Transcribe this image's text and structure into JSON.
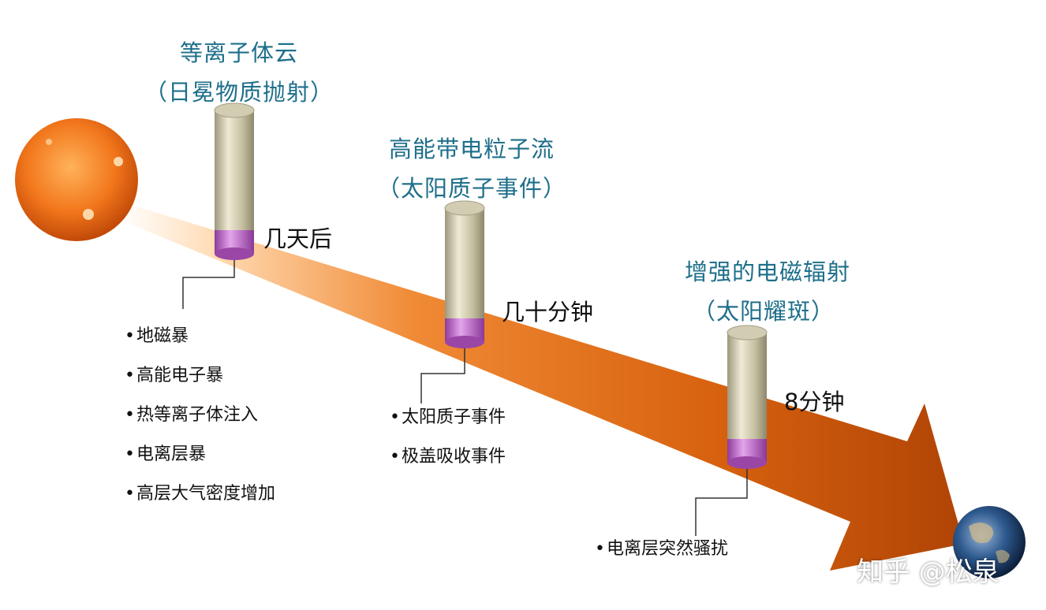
{
  "colors": {
    "caption": "#1e6f8a",
    "arrow_dark": "#c9500a",
    "arrow_light": "#ffffff",
    "cylinder_body": "#c8c2a4",
    "cylinder_band": "#b460c0"
  },
  "stages": [
    {
      "title": "等离子体云",
      "subtitle": "（日冕物质抛射）",
      "time": "几天后",
      "effects": [
        "地磁暴",
        "高能电子暴",
        "热等离子体注入",
        "电离层暴",
        "高层大气密度增加"
      ]
    },
    {
      "title": "高能带电粒子流",
      "subtitle": "（太阳质子事件）",
      "time": "几十分钟",
      "effects": [
        "太阳质子事件",
        "极盖吸收事件"
      ]
    },
    {
      "title": "增强的电磁辐射",
      "subtitle": "（太阳耀斑）",
      "time": "8分钟",
      "effects": [
        "电离层突然骚扰"
      ]
    }
  ],
  "watermark": "知乎 @松泉"
}
